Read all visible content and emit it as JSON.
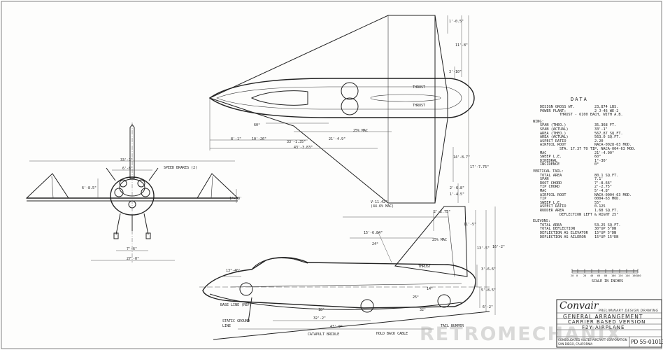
{
  "data_block": {
    "title": "DATA",
    "rows": [
      {
        "label": "DESIGN GROSS WT.",
        "value": "23,874 LBS."
      },
      {
        "label": "POWER PLANT:",
        "value": "2 J-46 WE-2"
      },
      {
        "label": "",
        "value": "THRUST - 6100 EACH, WITH A.B."
      },
      {
        "label": "WING:",
        "value": ""
      },
      {
        "label": "SPAN (THEO.)",
        "value": "35.368 FT."
      },
      {
        "label": "SPAN (ACTUAL)",
        "value": "33'-1\""
      },
      {
        "label": "AREA (THEO.)",
        "value": "567.87 SQ.FT."
      },
      {
        "label": "AREA (ACTUAL)",
        "value": "563.0 SQ.FT."
      },
      {
        "label": "ASPECT RATIO",
        "value": "2.20"
      },
      {
        "label": "AIRFOIL ROOT",
        "value": "NACA-0028-63 MOD."
      },
      {
        "label": "",
        "value": "STA. 17.37 TO TIP, NACA-004-63 MOD."
      },
      {
        "label": "MAC",
        "value": "21'-4.90\""
      },
      {
        "label": "SWEEP L.E.",
        "value": "60°"
      },
      {
        "label": "DIHEDRAL",
        "value": "1°-30'"
      },
      {
        "label": "INCIDENCE",
        "value": "0°"
      },
      {
        "label": "VERTICAL TAIL:",
        "value": ""
      },
      {
        "label": "TOTAL AREA",
        "value": "80.1 SQ.FT."
      },
      {
        "label": "SPAN",
        "value": "7.1'"
      },
      {
        "label": "ROOT CHORD",
        "value": "7'-8.66\""
      },
      {
        "label": "TIP CHORD",
        "value": "2'-2.75\""
      },
      {
        "label": "MAC",
        "value": "5'-4.8\""
      },
      {
        "label": "AIRFOIL ROOT",
        "value": "NACA-0004-63 MOD."
      },
      {
        "label": "TIP",
        "value": "0004-63 MOD."
      },
      {
        "label": "SWEEP L.E.",
        "value": "55°"
      },
      {
        "label": "ASPECT RATIO",
        "value": "0.125"
      },
      {
        "label": "RUDDER AREA",
        "value": "1.68 SQ.FT."
      },
      {
        "label": "",
        "value": "DEFLECTION  LEFT & RIGHT 25°"
      },
      {
        "label": "ELEVONS:",
        "value": ""
      },
      {
        "label": "TOTAL AREA",
        "value": "53.25 SQ.FT."
      },
      {
        "label": "TOTAL DEFLECTION",
        "value": "30°UP 5°DN"
      },
      {
        "label": "DEFLECTION AS ELEVATOR",
        "value": "15°UP 5°DN"
      },
      {
        "label": "DEFLECTION AS AILERON",
        "value": "15°UP 15°DN"
      }
    ]
  },
  "scale": {
    "ticks": [
      "20",
      "0",
      "20",
      "40",
      "60",
      "80",
      "100",
      "120",
      "140",
      "160",
      "180"
    ],
    "label": "SCALE IN INCHES"
  },
  "title_block": {
    "logo": "Convair",
    "subtitle": "PRELIMINARY DESIGN DRAWING",
    "line1": "GENERAL ARRANGEMENT",
    "line2": "CARRIER BASED VERSION",
    "line3": "F2Y AIRPLANE",
    "company": "CONSOLIDATED VULTEE AIRCRAFT CORPORATION",
    "location": "SAN DIEGO, CALIFORNIA",
    "drawing_no": "PD 55-01013"
  },
  "annotations": {
    "speed_brakes": "SPEED BRAKES (2)",
    "thrust1": "THRUST",
    "thrust2": "THRUST",
    "thrust3": "THRUST",
    "mac25": "25% MAC",
    "mac25b": "25% MAC",
    "base_line": "BASE LINE (REF)",
    "static_ground": "STATIC GROUND",
    "line": "LINE",
    "catapult": "CATAPULT BRIDLE",
    "holdback": "HOLD BACK CABLE",
    "tail_bumper": "TAIL BUMPER",
    "mac_note": "V-11.42\"",
    "mac_note2": "(44.6% MAC)"
  },
  "dims": {
    "front_span": "33'-1\"",
    "front_track": "6'-8\"",
    "front_h": "6'-8.5\"",
    "front_w1": "7'-6\"",
    "front_w2": "27'-0\"",
    "front_right": "1°-30'",
    "top_len1": "8'-1\"",
    "top_len2": "10'-26\"",
    "top_len3": "33'-1.35\"",
    "top_len4": "21'-4.9\"",
    "top_len5": "43'-3.83\"",
    "top_ang": "60°",
    "top_r1": "1'-0.5\"",
    "top_r2": "11'-8\"",
    "top_r3": "3'-10\"",
    "top_r4": "14'-8.7\"",
    "top_r5": "17'-7.75\"",
    "top_r6": "2'-6.8\"",
    "top_r7": "1'-4.5\"",
    "side_a": "2'-2.75\"",
    "side_b": "11'-5\"",
    "side_c": "13'-5\"",
    "side_d": "16'-2\"",
    "side_e": "3'-6.6\"",
    "side_f": "5'-8.5\"",
    "side_g": "6'-2\"",
    "side_h": "13°-40'",
    "side_i": "15'-6.84\"",
    "side_j": "32'-2\"",
    "side_k": "43'-0\"",
    "side_ang1": "24°",
    "side_ang2": "25°",
    "side_ang3": "14°",
    "side_ang4": "18°",
    "side_ang5": "32°"
  }
}
